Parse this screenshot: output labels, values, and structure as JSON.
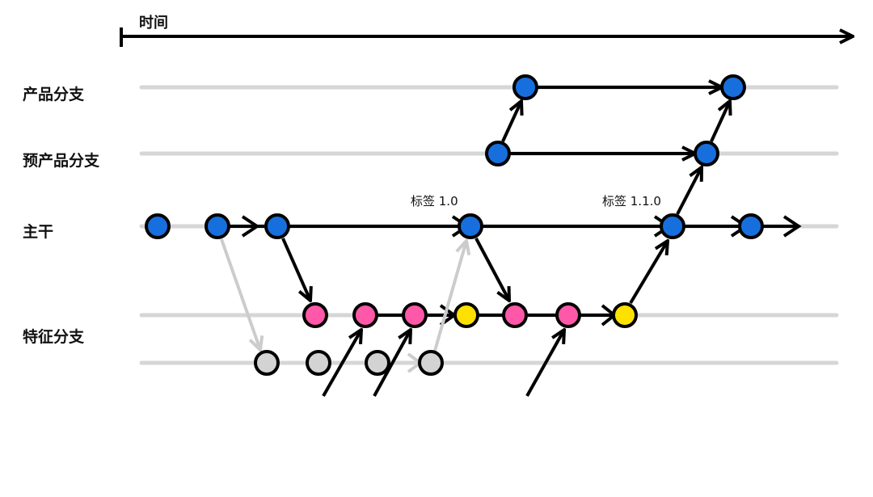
{
  "time_label": "时间",
  "branches": {
    "product": "产品分支",
    "preproduct": "预产品分支",
    "main": "主干",
    "feature": "特征分支"
  },
  "tags": [
    "标签 1.0",
    "标签 1.1.0"
  ],
  "colors": {
    "blue": "#176fdd",
    "pink": "#ff58a8",
    "yellow": "#ffe100",
    "gray": "#d3d3d3",
    "track": "#d6d6d6"
  }
}
